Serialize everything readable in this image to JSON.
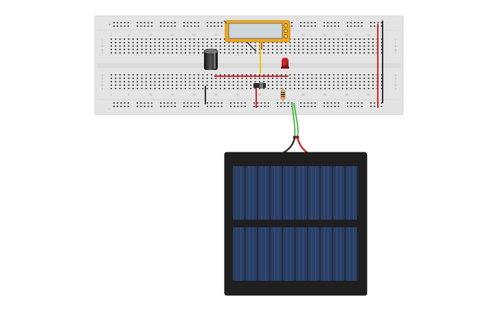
{
  "breadboard": {
    "column_numbers": [
      "1",
      "5",
      "10",
      "15",
      "20",
      "25",
      "30",
      "35",
      "40",
      "45",
      "50",
      "55",
      "60"
    ],
    "row_letters_top": [
      "j",
      "i",
      "h",
      "g",
      "f"
    ],
    "row_letters_bottom": [
      "e",
      "d",
      "c",
      "b",
      "a"
    ],
    "rail_marks": [
      "+",
      "-"
    ]
  },
  "colors": {
    "board": "#e4e4e4",
    "hole": "#3a3a3a",
    "red_wire": "#d41e1e",
    "black_wire": "#2a2a2a",
    "yellow_wire": "#e8c800",
    "green_wire": "#4fb847",
    "lcd_frame": "#f2a81d",
    "lcd_screen": "#cfd6da",
    "panel_frame": "#1f1f1f",
    "panel_cell": "#2a3f66"
  },
  "components": {
    "lcd": "lcd-display",
    "capacitor": "electrolytic-capacitor",
    "led": "red-led",
    "slide_switch": "slide-switch",
    "resistor": "resistor",
    "solar_panel": "solar-panel"
  }
}
